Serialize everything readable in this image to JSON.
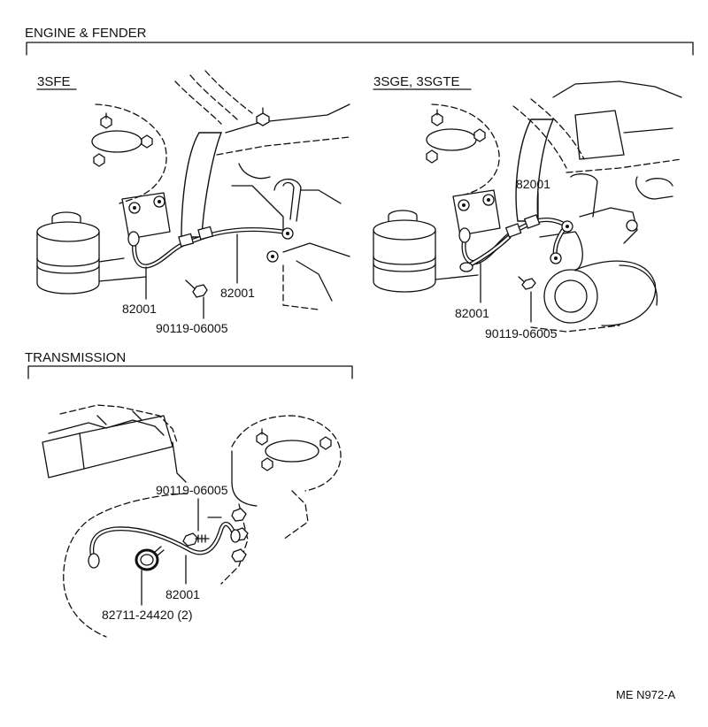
{
  "sections": {
    "engine_fender": "ENGINE & FENDER",
    "transmission": "TRANSMISSION"
  },
  "variants": {
    "left": "3SFE",
    "right": "3SGE, 3SGTE"
  },
  "labels": {
    "sfe_wire_a": "82001",
    "sfe_wire_b": "82001",
    "sfe_bolt": "90119-06005",
    "sge_wire_a": "82001",
    "sge_wire_b": "82001",
    "sge_bolt": "90119-06005",
    "trans_bolt": "90119-06005",
    "trans_wire": "82001",
    "trans_clamp": "82711-24420 (2)"
  },
  "reference_code": "ME N972-A"
}
